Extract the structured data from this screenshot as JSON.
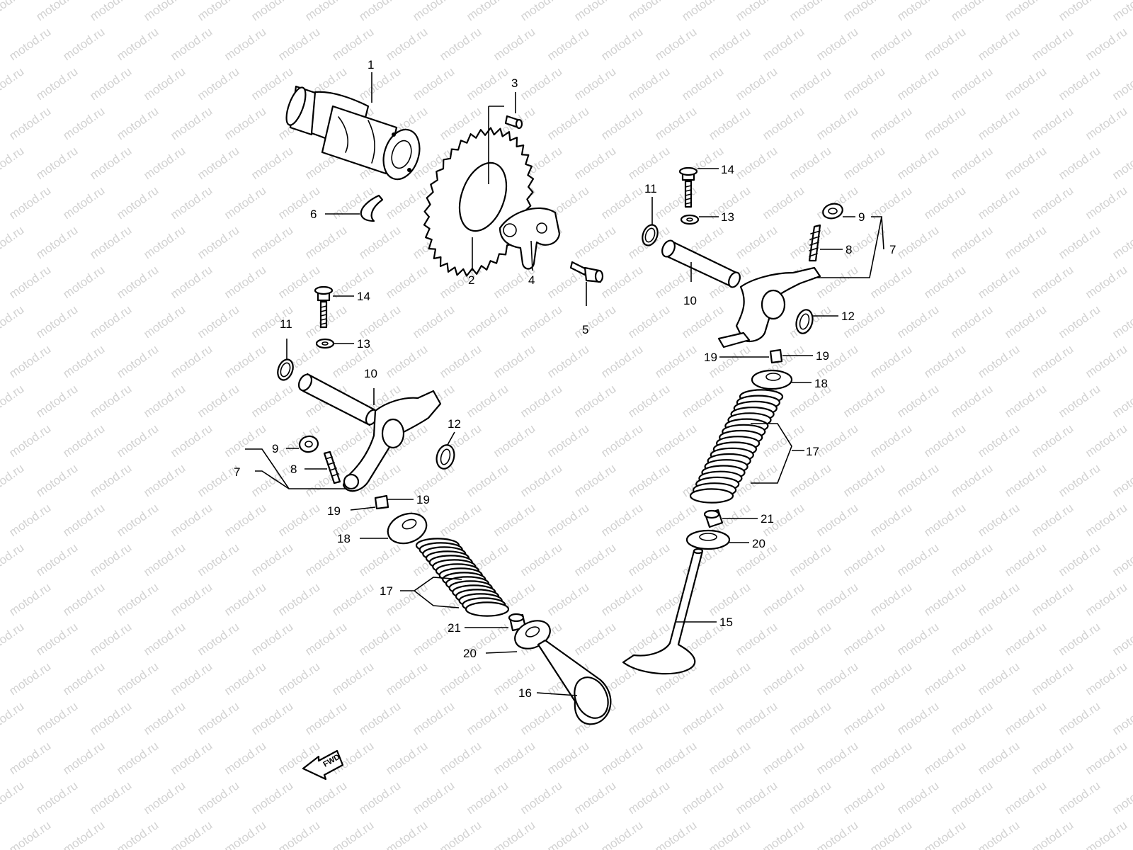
{
  "watermark": "motod.ru",
  "direction_marker": "FWD",
  "callouts": {
    "c1": "1",
    "c2": "2",
    "c3": "3",
    "c4": "4",
    "c5": "5",
    "c6": "6",
    "c7": "7",
    "c8": "8",
    "c9": "9",
    "c10": "10",
    "c11": "11",
    "c12": "12",
    "c13": "13",
    "c14": "14",
    "c15": "15",
    "c16": "16",
    "c17": "17",
    "c18": "18",
    "c19": "19",
    "c20": "20",
    "c21": "21"
  },
  "colors": {
    "line": "#000000",
    "watermark": "#d2d2d2",
    "background": "#ffffff"
  }
}
